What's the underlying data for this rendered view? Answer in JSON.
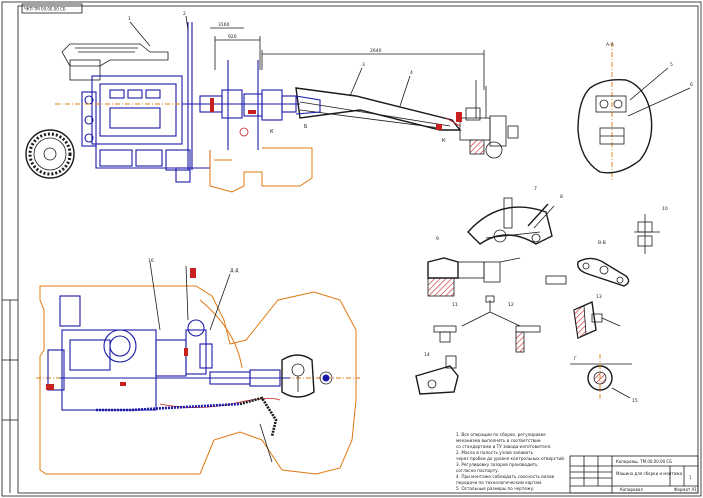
{
  "sheet": {
    "top_left_stamp": "ЧКП ТМ 00.00.00 СБ",
    "title_main": "Копировщ. ТМ.00.00.00 СБ",
    "title_sub": "Машина для сборки и монтажа",
    "sheet_no": "1",
    "bottom_right": "Формат А1",
    "bottom_left": "Копировал"
  },
  "notes": [
    "1. Все операции по сборке, регулировке",
    "механизма выполнять в соответствии",
    "со стандартами и ТУ завода-изготовителя.",
    "2. Масло в полость узлов заливать",
    "через пробки до уровня контрольных отверстий.",
    "3. Регулировку зазоров производить",
    "согласно паспорту.",
    "4. При монтаже соблюдать соосность валов",
    "передачи по технологическим картам.",
    "5. Остальные размеры по чертежу."
  ],
  "dimensions": {
    "d1": "2640",
    "d2": "3160",
    "d3": "920"
  },
  "section_labels": {
    "k1": "К",
    "k2": "К",
    "b1": "Б",
    "a1": "А-А",
    "v1": "В-В",
    "g1": "Г",
    "d1": "Д-Д"
  },
  "callouts": [
    "1",
    "2",
    "3",
    "4",
    "5",
    "6",
    "7",
    "8",
    "9",
    "10",
    "11",
    "12",
    "13",
    "14",
    "15",
    "16"
  ],
  "colors": {
    "ink": "#1a1a1a",
    "blue": "#1a1aa8",
    "orange": "#e07810",
    "red": "#c82020"
  }
}
